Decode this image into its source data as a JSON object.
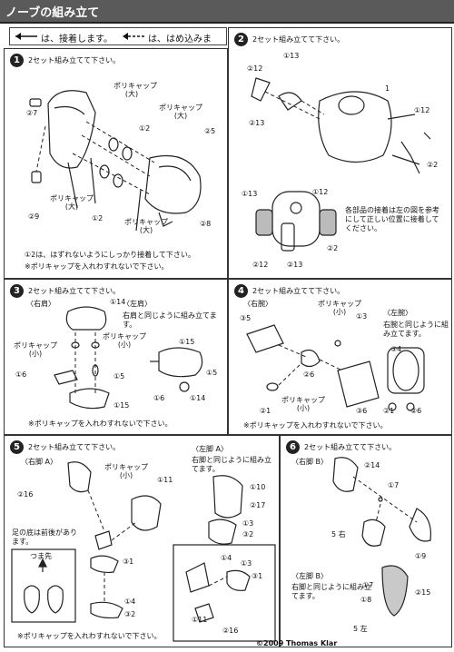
{
  "title": "ノーブの組み立て",
  "legend": {
    "solid": "は、接着します。",
    "dashed": "は、はめ込みます。"
  },
  "steps": {
    "s1": {
      "num": "1",
      "header": "2セット組み立てて下さい。",
      "labels": [
        "②7",
        "ポリキャップ\n(大)",
        "ポリキャップ\n(大)",
        "①2",
        "②5",
        "②9",
        "ポリキャップ\n(大)",
        "①2",
        "ポリキャップ\n(大)",
        "②8"
      ],
      "note1": "①2は、はずれないようにしっかり接着して下さい。",
      "note2": "※ポリキャップを入れわすれないで下さい。"
    },
    "s2": {
      "num": "2",
      "header": "2セット組み立てて下さい。",
      "labels": [
        "①13",
        "②12",
        "1",
        "①12",
        "②13",
        "②2",
        "①13",
        "①12",
        "②2",
        "②12",
        "②13"
      ],
      "note": "各部品の接着は左の図を参考にして正しい位置に接着してください。"
    },
    "s3": {
      "num": "3",
      "header": "2セット組み立てて下さい。",
      "right_shoulder": "〈右肩〉",
      "left_shoulder": "〈左肩〉",
      "same_text": "右肩と同じように組み立てます。",
      "labels": [
        "①14",
        "ポリキャップ\n(小)",
        "ポリキャップ\n(小)",
        "①6",
        "①5",
        "①15",
        "①15",
        "①5",
        "①6",
        "①14"
      ],
      "note": "※ポリキャップを入れわすれないで下さい。"
    },
    "s4": {
      "num": "4",
      "header": "2セット組み立てて下さい。",
      "right_arm": "〈右腕〉",
      "left_arm": "〈左腕〉",
      "same_text": "右腕と同じように組み立てます。",
      "labels": [
        "ポリキャップ\n(小)",
        "③5",
        "①3",
        "②6",
        "ポリキャップ\n(小)",
        "②1",
        "③6",
        "③4",
        "②1",
        "②6"
      ],
      "note": "※ポリキャップを入れわすれないで下さい。"
    },
    "s5": {
      "num": "5",
      "header": "2セット組み立てて下さい。",
      "right_leg": "〈右脚 A〉",
      "left_leg": "〈左脚 A〉",
      "same_text": "右脚と同じように組み立てます。",
      "foot_note": "足の底は前後があります。",
      "toe": "つま先",
      "labels": [
        "②16",
        "ポリキャップ\n(小)",
        "①11",
        "①10",
        "②17",
        "①3",
        "③2",
        "③1",
        "①4",
        "③2",
        "①4",
        "①3",
        "③1",
        "①11",
        "②16"
      ],
      "note": "※ポリキャップを入れわすれないで下さい。"
    },
    "s6": {
      "num": "6",
      "header": "2セット組み立てて下さい。",
      "right_leg": "〈右脚 B〉",
      "left_leg": "〈左脚 B〉",
      "same_text": "右脚と同じように組み立てます。",
      "labels": [
        "②14",
        "①7",
        "5 右",
        "①9",
        "①7",
        "②15",
        "①8",
        "5 左"
      ]
    }
  },
  "copyright": "©2009  Thomas Klar"
}
